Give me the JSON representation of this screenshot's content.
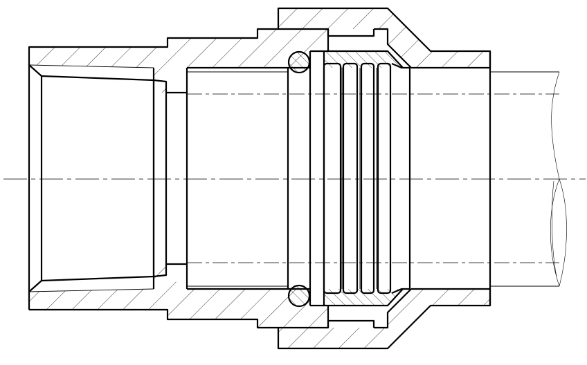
{
  "figure": {
    "kind": "pipe-fitting-cross-section",
    "colors": {
      "line": "#000000",
      "background": "#ffffff"
    },
    "parts": [
      "body",
      "union-nut",
      "o-ring",
      "clamp-ring",
      "pipe"
    ]
  }
}
